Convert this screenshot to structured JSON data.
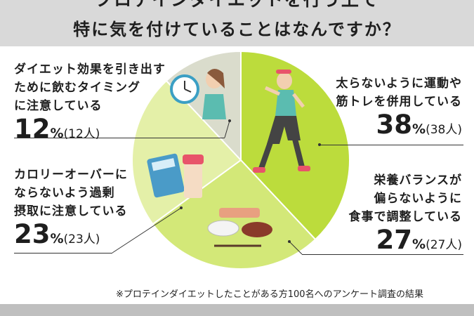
{
  "header": {
    "title_line1": "プロテインダイエットを行う上で",
    "title_line2": "特に気を付けていることはなんですか？"
  },
  "chart_data": {
    "type": "pie",
    "slices": [
      {
        "line1": "太らないように運動や",
        "line2": "筋トレを併用している",
        "line3": "",
        "value": 38,
        "count": "(38人)",
        "color": "#bcdc3c"
      },
      {
        "line1": "栄養バランスが",
        "line2": "偏らないように",
        "line3": "食事で調整している",
        "value": 27,
        "count": "(27人)",
        "color": "#d3e878"
      },
      {
        "line1": "カロリーオーバーに",
        "line2": "ならないよう過剰",
        "line3": "摂取に注意している",
        "value": 23,
        "count": "(23人)",
        "color": "#e4f0a8"
      },
      {
        "line1": "ダイエット効果を引き出す",
        "line2": "ために飲むタイミング",
        "line3": "に注意している",
        "value": 12,
        "count": "(12人)",
        "color": "#dadccc"
      }
    ],
    "percent_sign": "%"
  },
  "footnote": "※プロテインダイエットしたことがある方100名へのアンケート調査の結果"
}
